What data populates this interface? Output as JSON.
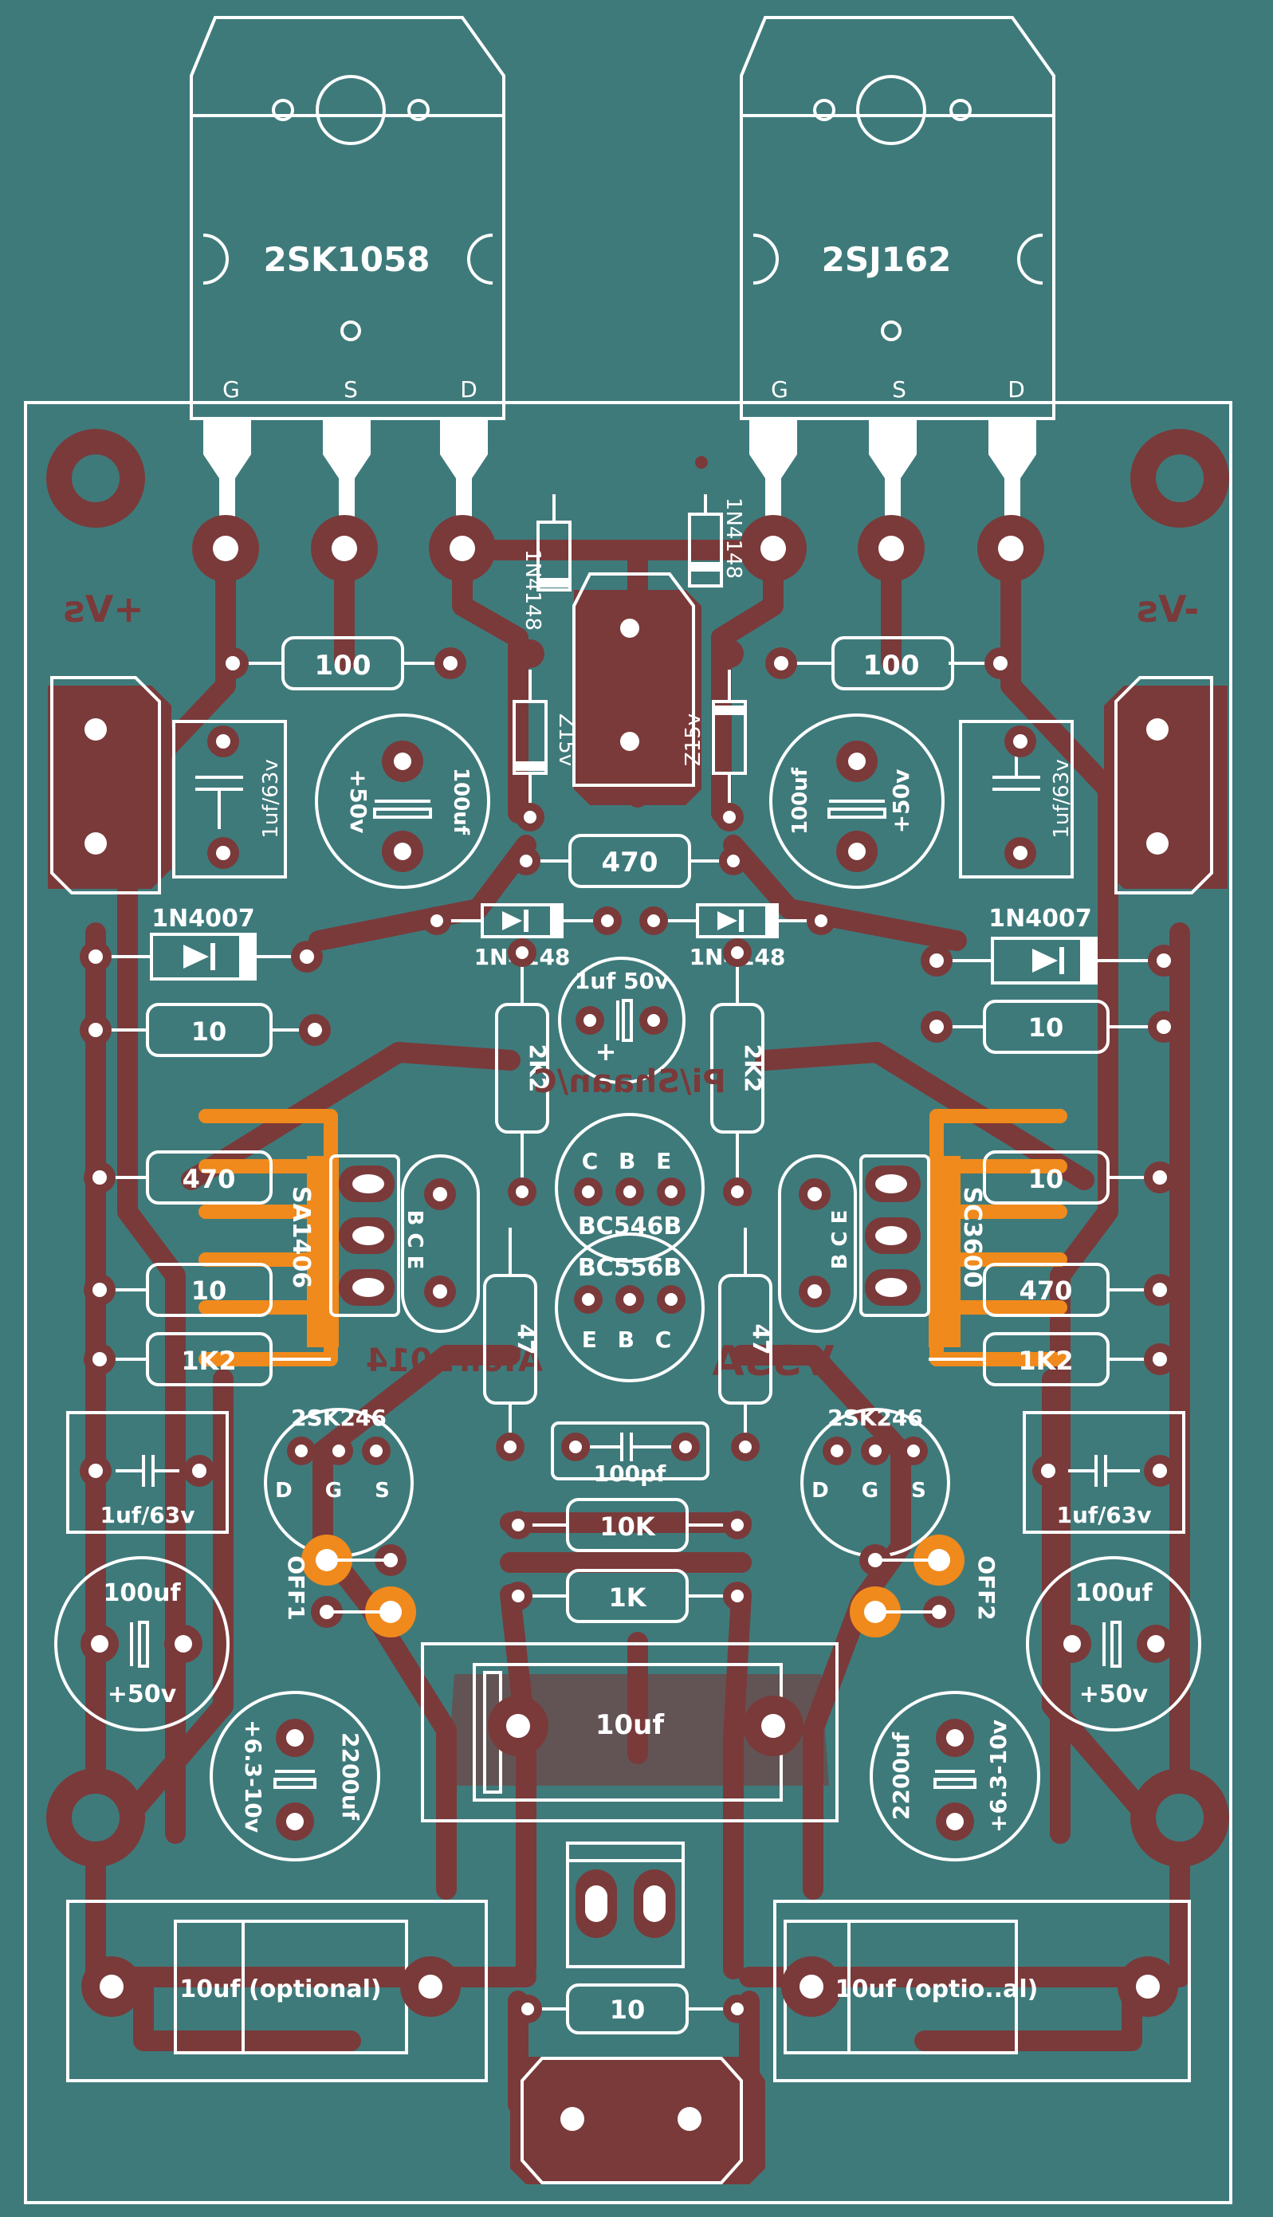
{
  "labels": {
    "q_left": "2SK1058",
    "q_right": "2SJ162",
    "pin_g": "G",
    "pin_s": "S",
    "pin_d": "D",
    "vs_plus": "+Vs",
    "vs_minus": "-Vs",
    "r100": "100",
    "d_1n4148": "1N4148",
    "z15v": "Z15v",
    "cap_1uf63v": "1uf/63v",
    "cap_100uf": "100uf",
    "v50": "+50v",
    "r470": "470",
    "d_1n4007": "1N4007",
    "r10": "10",
    "cap_1uf50v": "1uf 50v",
    "r2k2": "2K2",
    "tr_sa1406": "SA1406",
    "tr_sc3600": "SC3600",
    "tr_bc546b": "BC546B",
    "tr_bc556b": "BC556B",
    "cbe": "C B E",
    "ebc": "E B C",
    "bce": "B C E",
    "r1k2": "1K2",
    "r47": "47",
    "fet_2sk246": "2SK246",
    "dgs": "D G S",
    "cap_100pf": "100pf",
    "r10k": "10K",
    "r1k": "1K",
    "off1": "OFF1",
    "off2": "OFF2",
    "cap_10uf": "10uf",
    "cap_2200uf": "2200uf",
    "v6_3_10": "+6.3-10v",
    "cap_10uf_opt_left": "10uf (optional)",
    "cap_10uf_opt_right": "10uf (optio..al)",
    "copper_text_top": "Pi/Shaan/C",
    "copper_text_left": "AToir2014",
    "copper_text_right": "VSSA"
  },
  "colors": {
    "board": "#3f7a7b",
    "copper": "#7a3a3a",
    "silkscreen": "#ffffff",
    "jumper": "#f08a1c"
  }
}
